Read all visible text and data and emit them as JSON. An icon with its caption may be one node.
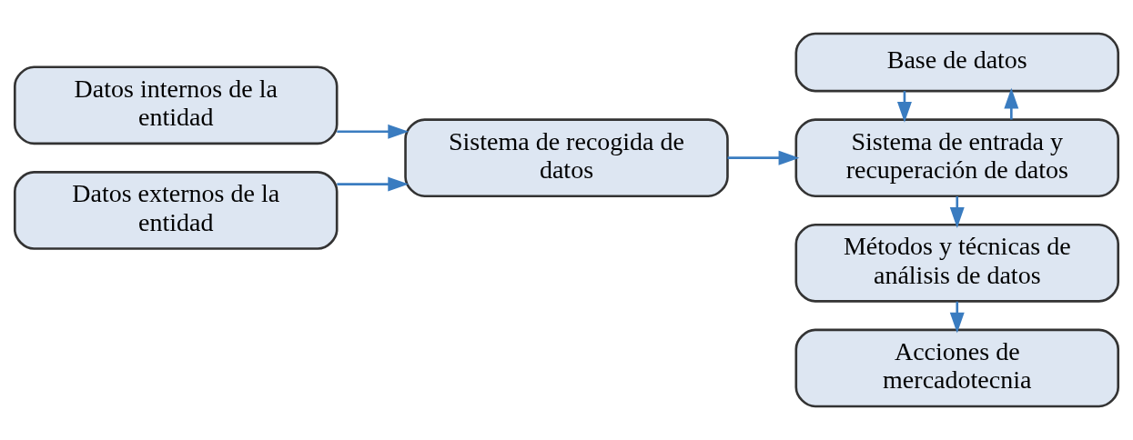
{
  "diagram": {
    "nodes": [
      {
        "text": [
          "Datos internos de la entidad"
        ]
      },
      {
        "text": [
          "Datos externos de la entidad"
        ]
      },
      {
        "text": [
          "Sistema de recogida de datos"
        ]
      },
      {
        "text": [
          "Base de datos"
        ]
      },
      {
        "text": [
          "Sistema de entrada y recuperación de datos"
        ]
      },
      {
        "text": [
          "Métodos y técnicas de análisis de datos"
        ]
      },
      {
        "text": [
          "Acciones de mercadotecnia"
        ]
      }
    ],
    "edges": [
      {
        "from": 0,
        "to": 2,
        "arrow": "to"
      },
      {
        "from": 1,
        "to": 2,
        "arrow": "to"
      },
      {
        "from": 2,
        "to": 4,
        "arrow": "to"
      },
      {
        "from": 4,
        "to": 3,
        "arrow": "to"
      },
      {
        "from": 3,
        "to": 4,
        "arrow": "to"
      },
      {
        "from": 4,
        "to": 5,
        "arrow": "to"
      },
      {
        "from": 5,
        "to": 6,
        "arrow": "to"
      }
    ]
  }
}
